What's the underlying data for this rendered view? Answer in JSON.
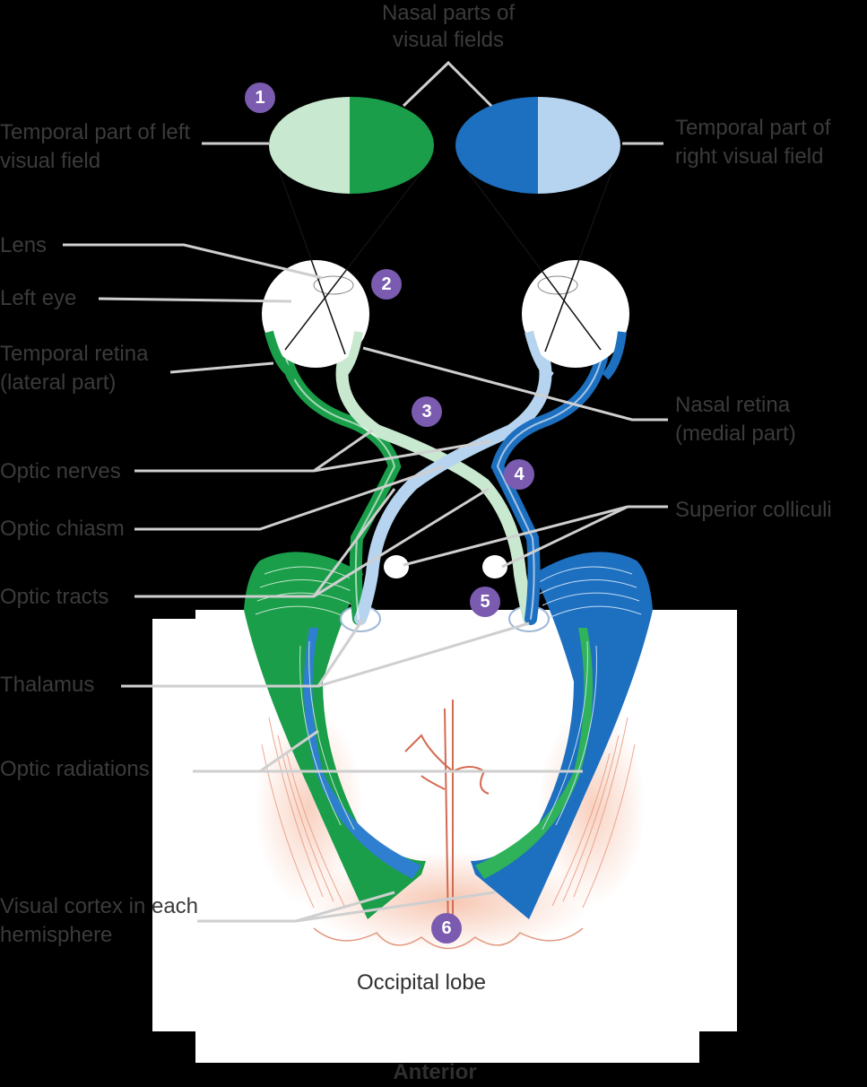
{
  "labels": {
    "nasal_fields": "Nasal parts of visual fields",
    "temporal_left": "Temporal part of left visual field",
    "temporal_right": "Temporal part of right visual field",
    "lens": "Lens",
    "left_eye": "Left eye",
    "temporal_retina": "Temporal retina (lateral part)",
    "nasal_retina": "Nasal retina (medial part)",
    "optic_nerves": "Optic nerves",
    "optic_chiasm": "Optic chiasm",
    "superior_colliculi": "Superior colliculi",
    "optic_tracts": "Optic tracts",
    "thalamus": "Thalamus",
    "optic_radiations": "Optic radiations",
    "visual_cortex": "Visual cortex in each hemisphere",
    "occipital_lobe": "Occipital lobe",
    "anterior": "Anterior"
  },
  "steps": [
    "1",
    "2",
    "3",
    "4",
    "5",
    "6"
  ],
  "colors": {
    "background": "#000000",
    "green_dark": "#1a9e4a",
    "green_light": "#c8e8cf",
    "blue_dark": "#1d6fc0",
    "blue_light": "#b6d4ef",
    "marker": "#7a5bb0",
    "peach": "#f4b49a",
    "vessel": "#d36a52"
  }
}
